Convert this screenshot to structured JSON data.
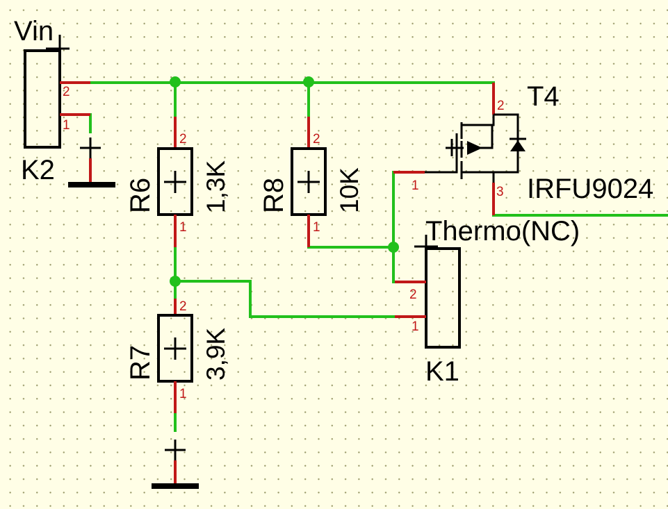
{
  "components": {
    "k2": {
      "name": "K2",
      "net_label": "Vin",
      "pins": [
        "2",
        "1"
      ]
    },
    "r6": {
      "name": "R6",
      "value": "1,3K",
      "pins": [
        "2",
        "1"
      ]
    },
    "r8": {
      "name": "R8",
      "value": "10K",
      "pins": [
        "2",
        "1"
      ]
    },
    "r7": {
      "name": "R7",
      "value": "3,9K",
      "pins": [
        "2",
        "1"
      ]
    },
    "t4": {
      "name": "T4",
      "part": "IRFU9024",
      "pins": [
        "2",
        "1",
        "3"
      ]
    },
    "k1": {
      "name": "K1",
      "label": "Thermo(NC)",
      "pins": [
        "2",
        "1"
      ]
    }
  },
  "colors": {
    "wire": "#22c01c",
    "pin": "#c01818",
    "symbol": "#000000",
    "background": "#fffee6"
  }
}
